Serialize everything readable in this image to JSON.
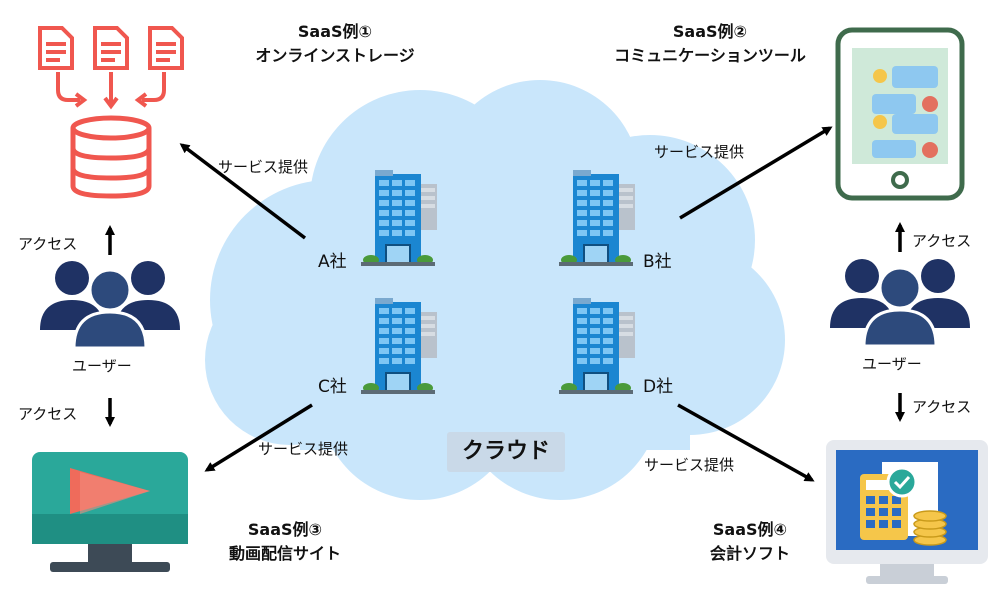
{
  "cloud": {
    "label": "クラウド"
  },
  "companies": {
    "a": "A社",
    "b": "B社",
    "c": "C社",
    "d": "D社"
  },
  "service_label": "サービス提供",
  "access_label": "アクセス",
  "user_label": "ユーザー",
  "examples": {
    "ex1": {
      "line1": "SaaS例①",
      "line2": "オンラインストレージ"
    },
    "ex2": {
      "line1": "SaaS例②",
      "line2": "コミュニケーションツール"
    },
    "ex3": {
      "line1": "SaaS例③",
      "line2": "動画配信サイト"
    },
    "ex4": {
      "line1": "SaaS例④",
      "line2": "会計ソフト"
    }
  },
  "colors": {
    "cloud": "#c9e6fb",
    "storage_red": "#f0574f",
    "phone_green": "#3f6b4c",
    "monitor_teal": "#2aa89a",
    "monitor_blue": "#2a6bc2",
    "user_navy": "#1f3264",
    "building_blue": "#1b86d1"
  }
}
